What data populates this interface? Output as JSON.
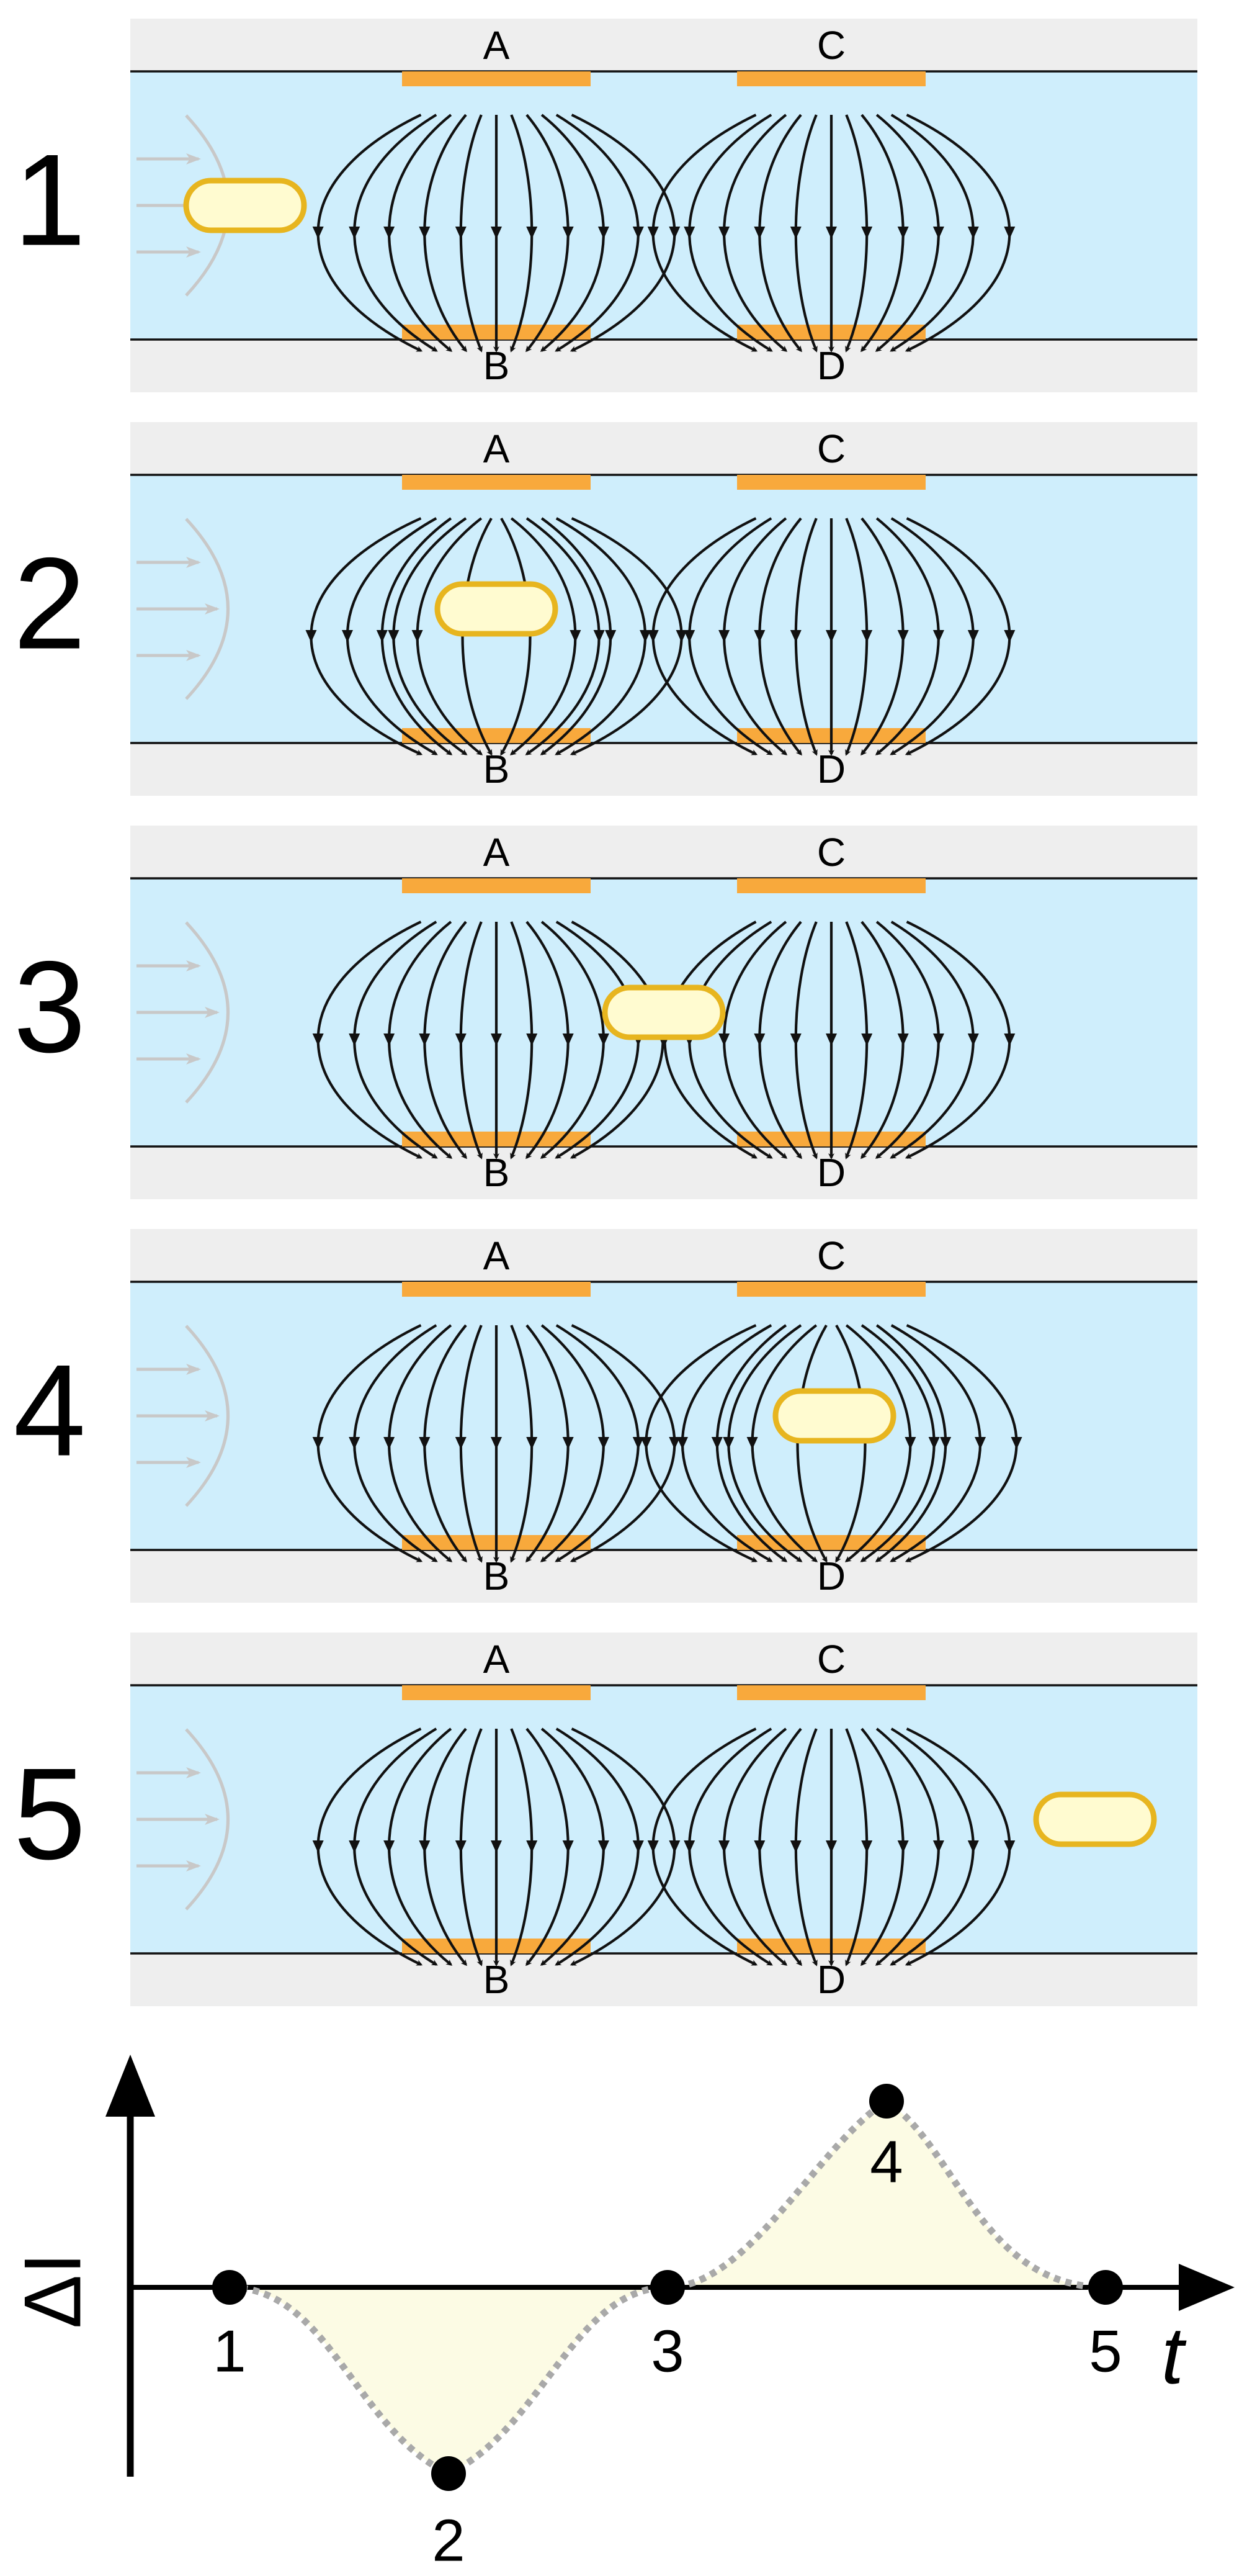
{
  "colors": {
    "channel": "#cfeefc",
    "wall": "#eeeeee",
    "electrode": "#f8a93c",
    "field_line": "#111111",
    "particle_fill": "#fffbd0",
    "particle_stroke": "#e7b51f",
    "flow_arrow": "#c8c8c8",
    "peak_fill": "#fcfbe4",
    "dotted_curve": "#a9a9a9"
  },
  "electrodes": {
    "top_left": "A",
    "bottom_left": "B",
    "top_right": "C",
    "bottom_right": "D"
  },
  "panels": [
    {
      "label": "1",
      "particle_position": "before-electrodes"
    },
    {
      "label": "2",
      "particle_position": "between-A-B"
    },
    {
      "label": "3",
      "particle_position": "between-pairs"
    },
    {
      "label": "4",
      "particle_position": "between-C-D"
    },
    {
      "label": "5",
      "particle_position": "after-electrodes"
    }
  ],
  "graph": {
    "y_label": "ΔI",
    "x_label": "t",
    "points": [
      {
        "label": "1",
        "t": 1,
        "value": 0
      },
      {
        "label": "2",
        "t": 2,
        "value": -1
      },
      {
        "label": "3",
        "t": 3,
        "value": 0
      },
      {
        "label": "4",
        "t": 4,
        "value": 1
      },
      {
        "label": "5",
        "t": 5,
        "value": 0
      }
    ]
  }
}
